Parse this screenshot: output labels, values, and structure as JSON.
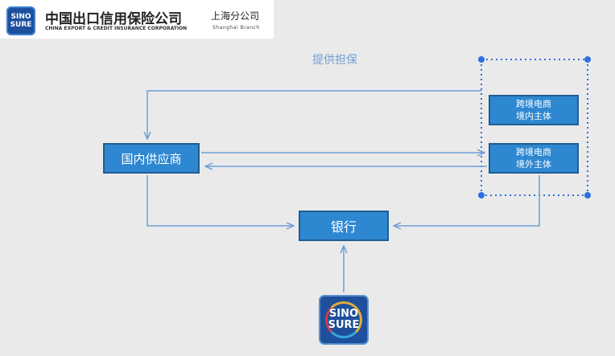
{
  "header": {
    "company_cn": "中国出口信用保险公司",
    "company_en": "CHINA EXPORT & CREDIT INSURANCE CORPORATION",
    "branch_cn": "上海分公司",
    "branch_en": "Shanghai Branch",
    "logo_line1": "SINO",
    "logo_line2": "SURE"
  },
  "diagram": {
    "guarantee_label": "提供担保",
    "supplier": "国内供应商",
    "bank": "银行",
    "domestic_entity_line1": "跨境电商",
    "domestic_entity_line2": "境内主体",
    "overseas_entity_line1": "跨境电商",
    "overseas_entity_line2": "境外主体",
    "sinosure_line1": "SINO",
    "sinosure_line2": "SURE"
  },
  "colors": {
    "box_fill": "#2e87d1",
    "box_border": "#1f5e93",
    "arrow": "#6e9fd5",
    "selection_dots": "#2f6fe0",
    "label": "#6e9fd5"
  }
}
